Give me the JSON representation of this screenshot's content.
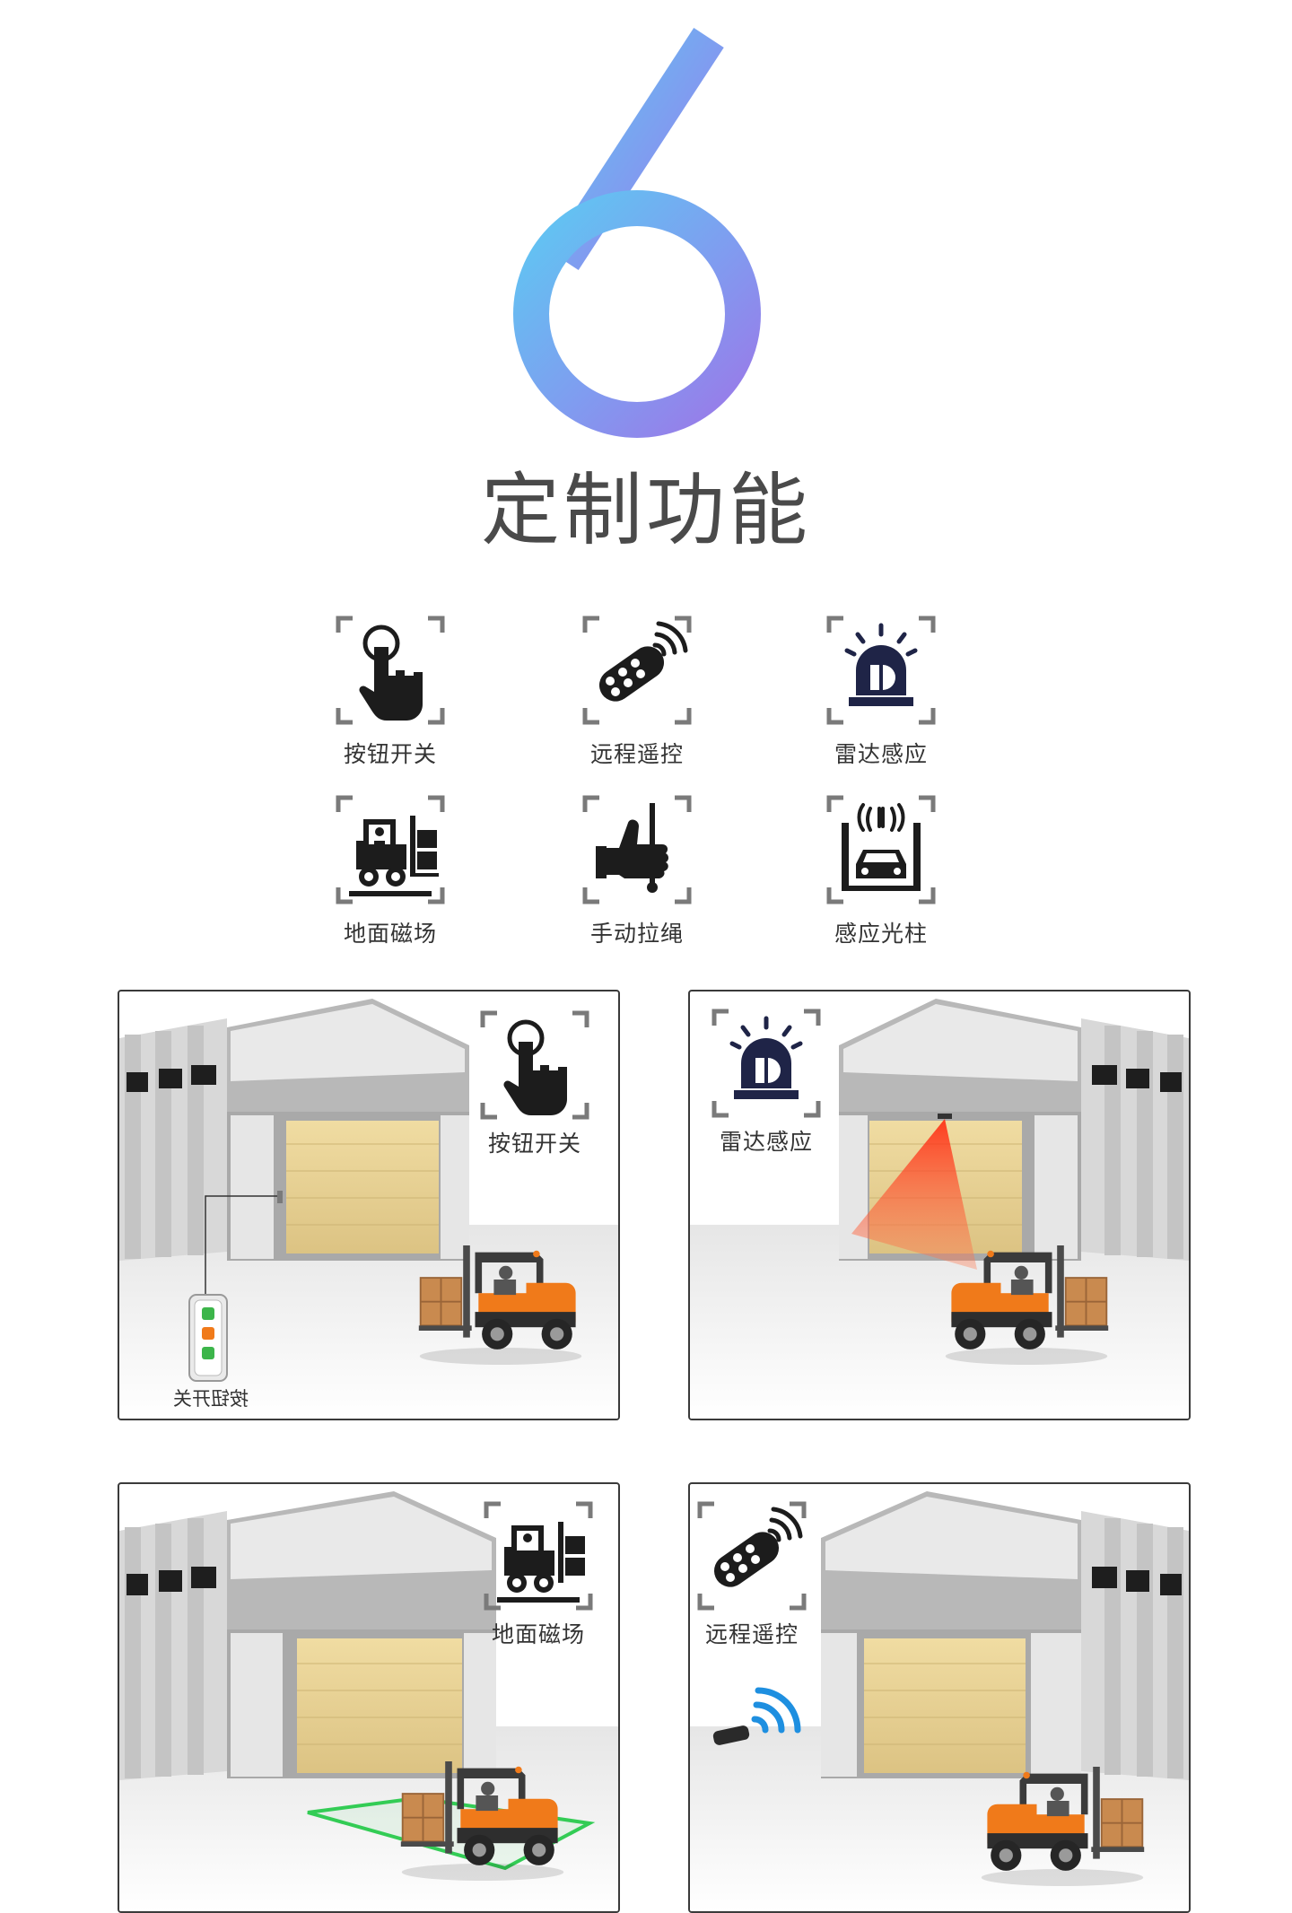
{
  "hero": {
    "number": "6",
    "title": "定制功能"
  },
  "colors": {
    "gradient_start": "#5ec8f2",
    "gradient_mid": "#7f9df0",
    "gradient_end": "#9b78e8",
    "icon_dark": "#1c1c1c",
    "icon_navy": "#1f2447",
    "frame_gray": "#7a7a7a",
    "door_yellow": "#e8d49a",
    "building_gray": "#b8b8b8",
    "forklift_orange": "#f07a1a",
    "radar_red": "#ff4a2a",
    "magnetic_green": "#33cc55",
    "signal_blue": "#1e8fe0"
  },
  "features": [
    {
      "icon": "touch-finger-icon",
      "label": "按钮开关"
    },
    {
      "icon": "remote-control-icon",
      "label": "远程遥控"
    },
    {
      "icon": "radar-siren-icon",
      "label": "雷达感应"
    },
    {
      "icon": "forklift-icon",
      "label": "地面磁场"
    },
    {
      "icon": "hand-pull-rope-icon",
      "label": "手动拉绳"
    },
    {
      "icon": "light-curtain-car-icon",
      "label": "感应光柱"
    }
  ],
  "panels": [
    {
      "scene": "button-switch-scene",
      "badge_label": "按钮开关",
      "caption": "按钮开关"
    },
    {
      "scene": "radar-sensing-scene",
      "badge_label": "雷达感应"
    },
    {
      "scene": "floor-magnetic-scene",
      "badge_label": "地面磁场"
    },
    {
      "scene": "remote-control-scene",
      "badge_label": "远程遥控"
    }
  ]
}
